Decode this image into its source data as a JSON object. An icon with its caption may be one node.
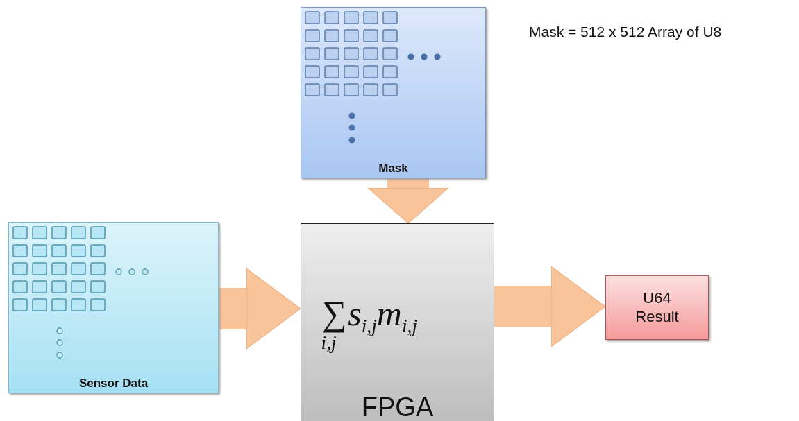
{
  "diagram": {
    "nodes": [
      {
        "text": [
          "Mask"
        ]
      },
      {
        "text": [
          "Sensor Data"
        ]
      },
      {
        "text": [
          "∑$_{i,j}$s$_{i,j}$m$_{i,j}$",
          "FPGA"
        ]
      },
      {
        "text": [
          "U64 Result"
        ]
      }
    ],
    "edges": [
      {
        "from": 0,
        "to": 2,
        "arrow": "to"
      },
      {
        "from": 1,
        "to": 2,
        "arrow": "to"
      },
      {
        "from": 2,
        "to": 3,
        "arrow": "to"
      }
    ],
    "labels": [
      "Mask = 512 x 512 Array of U8"
    ]
  }
}
